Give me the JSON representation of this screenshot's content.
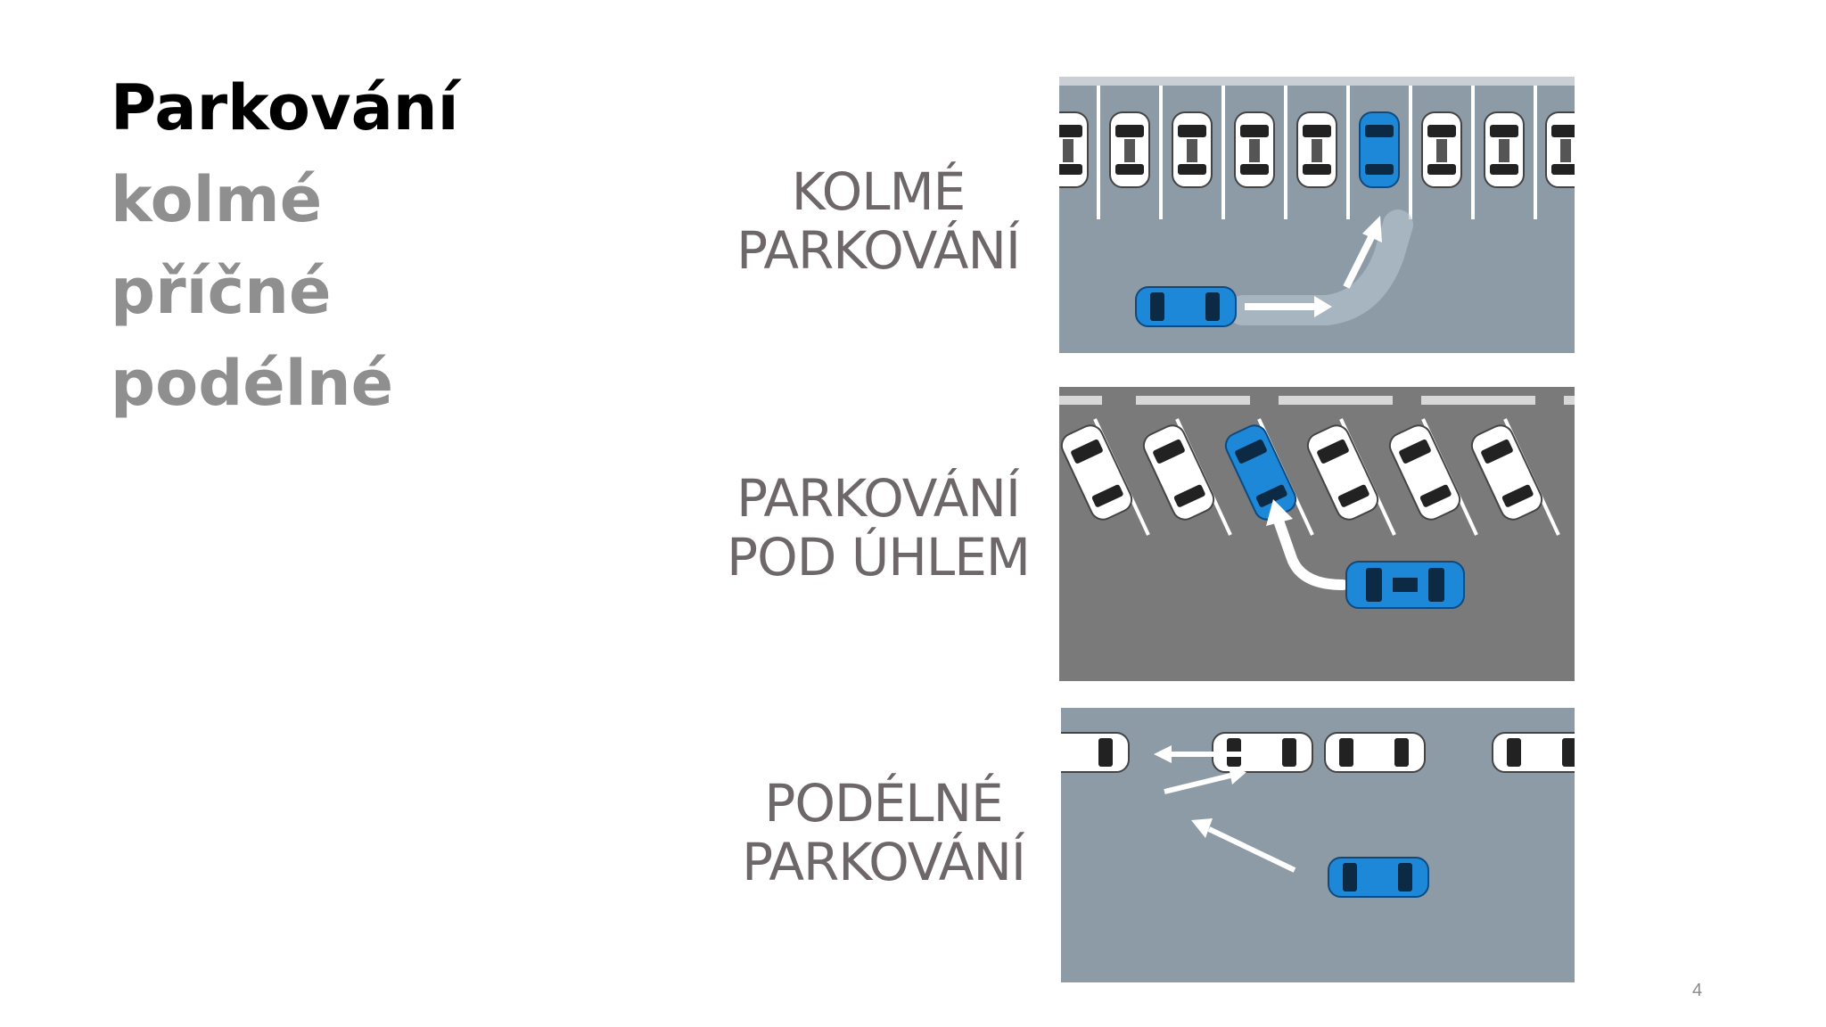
{
  "title": "Parkování",
  "items": [
    "kolmé",
    "příčné",
    "podélné"
  ],
  "panels": [
    {
      "line1": "KOLMÉ",
      "line2": "PARKOVÁNÍ"
    },
    {
      "line1": "PARKOVÁNÍ",
      "line2": "POD ÚHLEM"
    },
    {
      "line1": "PODÉLNÉ",
      "line2": "PARKOVÁNÍ"
    }
  ],
  "page_number": "4",
  "colors": {
    "road_blue_grey": "#8d9ba7",
    "road_dark_grey": "#7a7a7a",
    "car_blue": "#1e88d8",
    "label_grey": "#6e6769"
  }
}
